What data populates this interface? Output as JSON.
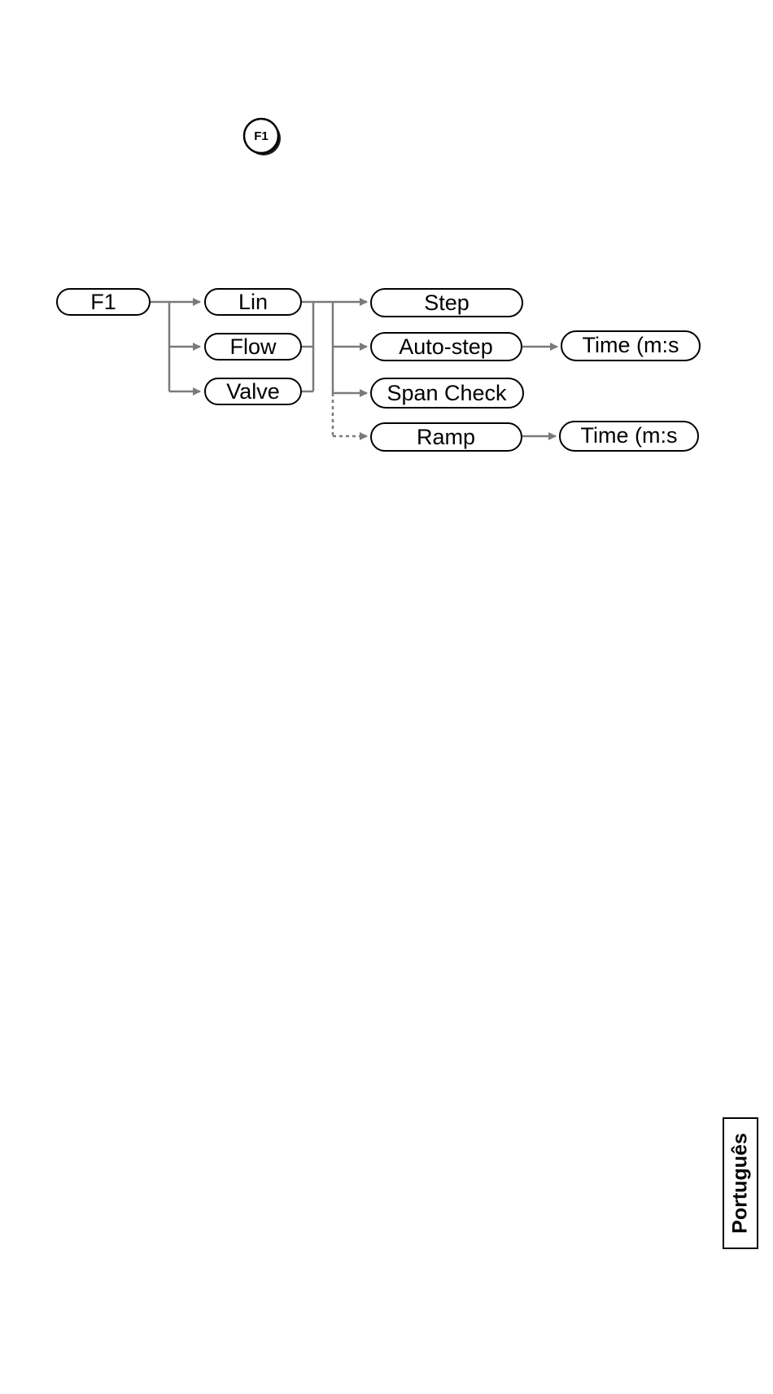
{
  "key_icon": {
    "label": "F1",
    "icon": "f1-key-icon"
  },
  "diagram": {
    "nodes": {
      "f1": "F1",
      "lin": "Lin",
      "flow": "Flow",
      "valve": "Valve",
      "step": "Step",
      "auto_step": "Auto-step",
      "span_check": "Span Check",
      "ramp": "Ramp",
      "time_auto": "Time (m:s",
      "time_ramp": "Time (m:s"
    },
    "connector_color": "#7a7a7a",
    "node_border_color": "#000000"
  },
  "language_tab": {
    "label": "Português"
  }
}
